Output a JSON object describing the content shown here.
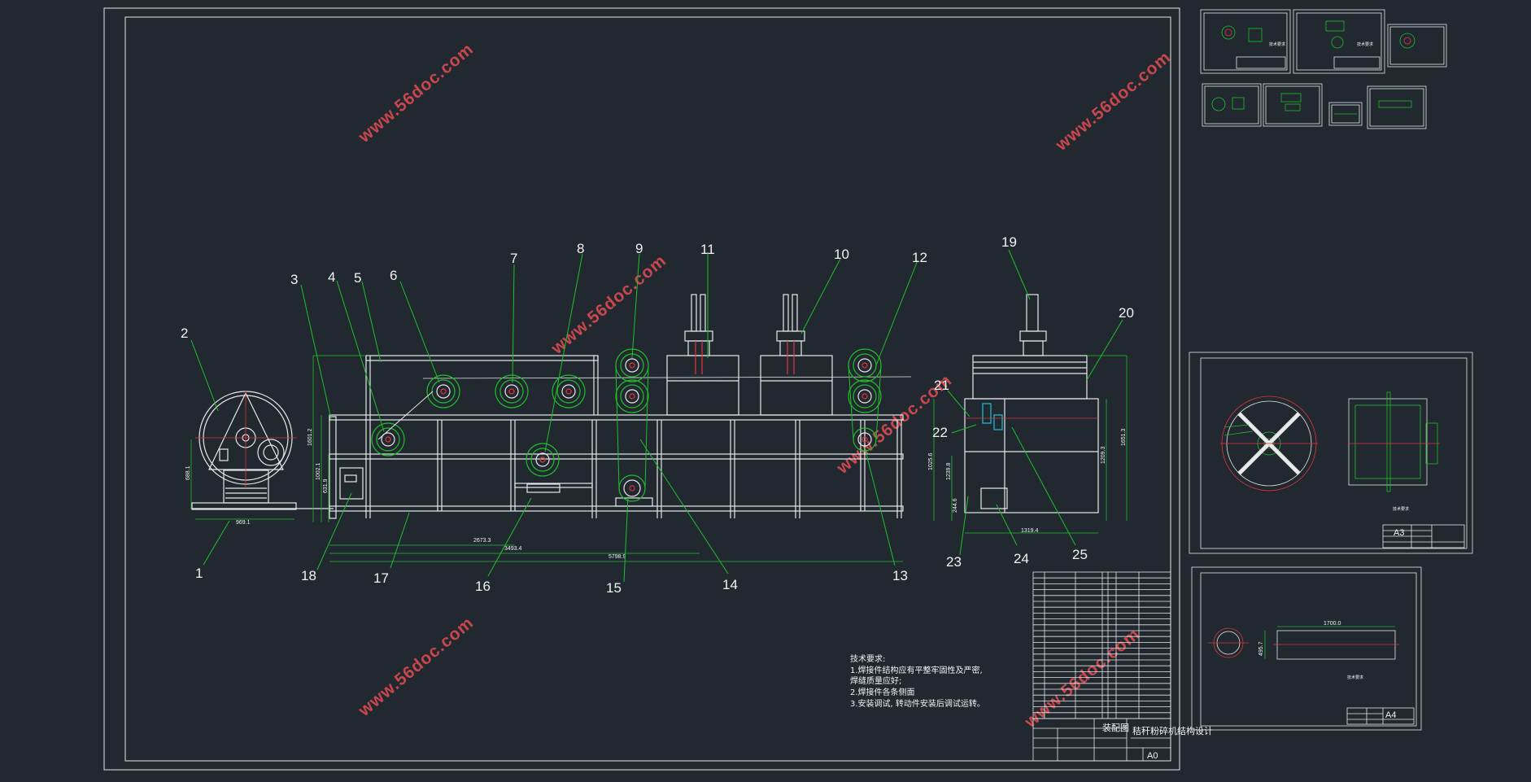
{
  "colors": {
    "background": "#212830",
    "frame": "#e8e8e8",
    "leader": "#1fbf2a",
    "part_red": "#e0353d",
    "watermark": "#c8474d",
    "accent_cyan": "#19c3d6"
  },
  "watermark": {
    "text": "www.56doc.com"
  },
  "callouts": [
    "1",
    "2",
    "3",
    "4",
    "5",
    "6",
    "7",
    "8",
    "9",
    "10",
    "11",
    "12",
    "13",
    "14",
    "15",
    "16",
    "17",
    "18",
    "19",
    "20",
    "21",
    "22",
    "23",
    "24",
    "25"
  ],
  "dimensions": {
    "base_width": "969.1",
    "height_left": "688.1",
    "frame_height": "1601.2",
    "frame_lower": "1002.1",
    "frame_mid": "631.9",
    "total_length": "5798.9",
    "span_a": "2673.3",
    "span_b": "3493.4",
    "right_width": "1319.4",
    "right_height_a": "1651.3",
    "right_height_b": "1209.3",
    "right_height_c": "1025.6",
    "right_height_d": "1239.8",
    "right_low": "244.6",
    "pipe_length": "1700.0",
    "pipe_dia": "495.7"
  },
  "notes": {
    "heading": "技术要求:",
    "line1": "1.焊接件结构应有平整牢固性及严密,",
    "line1b": "焊缝质量应好;",
    "line2": "2.焊接件各条侧面",
    "line3": "3.安装调试, 转动件安装后调试运转。"
  },
  "title_block": {
    "drawing_title": "秸秆粉碎机结构设计",
    "sheet_size": "A0",
    "mat_label": "装配图",
    "right_sheet_label": "A3",
    "bottom_sheet_label": "A4"
  },
  "thumb_notes": {
    "t1": "技术要求",
    "t2": "技术要求",
    "bottom": "技术要求"
  }
}
